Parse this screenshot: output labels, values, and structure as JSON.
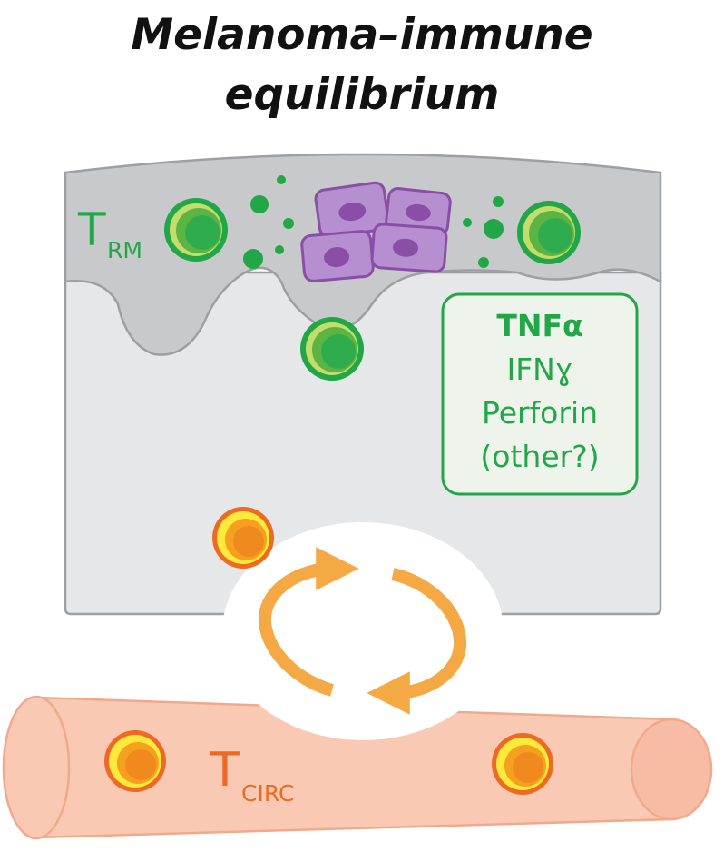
{
  "title": {
    "line1": "Melanoma–immune",
    "line2": "equilibrium"
  },
  "labels": {
    "trm_main": "T",
    "trm_sub": "RM",
    "tcirc_main": "T",
    "tcirc_sub": "CIRC"
  },
  "cytokine_box": {
    "items": [
      "TNFα",
      "IFNɣ",
      "Perforin",
      "(other?)"
    ]
  },
  "colors": {
    "trm_green": "#22a748",
    "tcirc_orange": "#ec6a24",
    "arrow_orange": "#f5a944",
    "melanoma_purple": "#b68fd0",
    "epidermis_gray": "#c8c9cb",
    "dermis_gray": "#e6e7e8",
    "vessel_pink": "#f9c9b4"
  }
}
